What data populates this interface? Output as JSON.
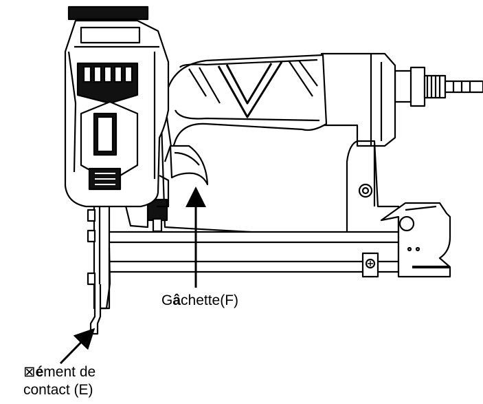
{
  "labels": {
    "trigger": {
      "pre": "G",
      "bold": "â",
      "post": "chette(F)"
    },
    "contact": {
      "line1_pre": "⊠",
      "line1_bold": "é",
      "line1_post": "ment de",
      "line2": "contact (E)"
    }
  },
  "colors": {
    "stroke": "#000000",
    "fill": "#ffffff",
    "dark": "#111111"
  }
}
